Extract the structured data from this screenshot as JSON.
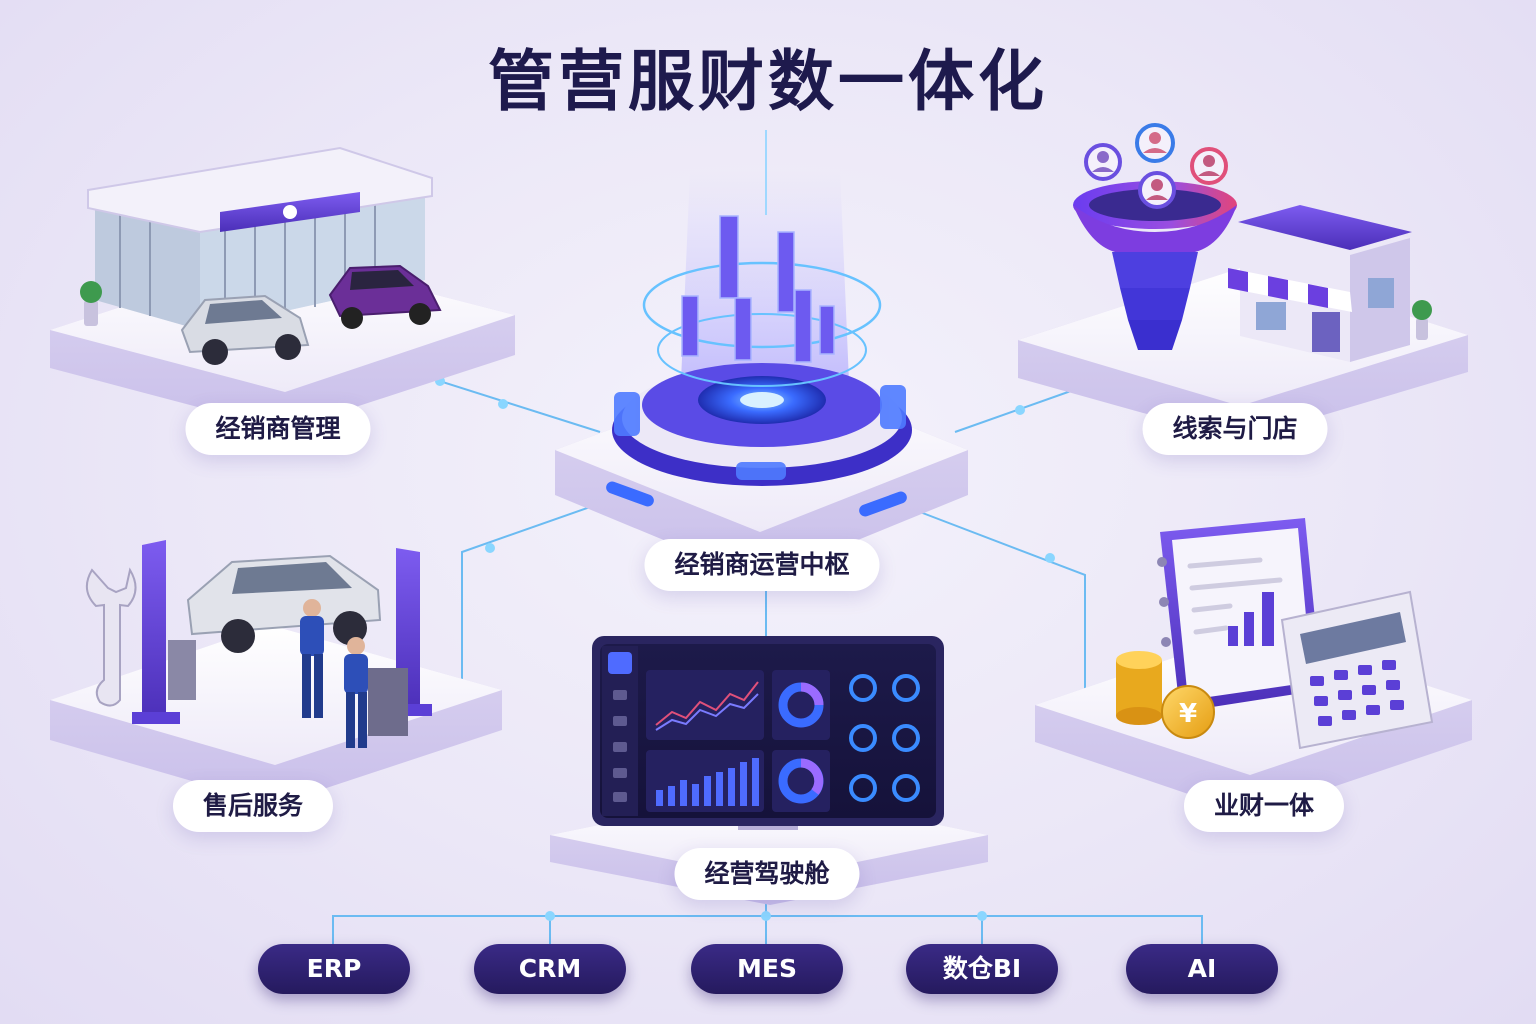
{
  "title": "管营服财数一体化",
  "modules": {
    "dealer": "经销商管理",
    "leads": "线索与门店",
    "hub": "经销商运营中枢",
    "aftersales": "售后服务",
    "finance": "业财一体",
    "cockpit": "经营驾驶舱"
  },
  "systems": [
    "ERP",
    "CRM",
    "MES",
    "数仓BI",
    "AI"
  ],
  "colors": {
    "primary": "#5b3fd6",
    "dark": "#251a5e",
    "accent_blue": "#3a6bff",
    "line": "#5fb3f0"
  }
}
